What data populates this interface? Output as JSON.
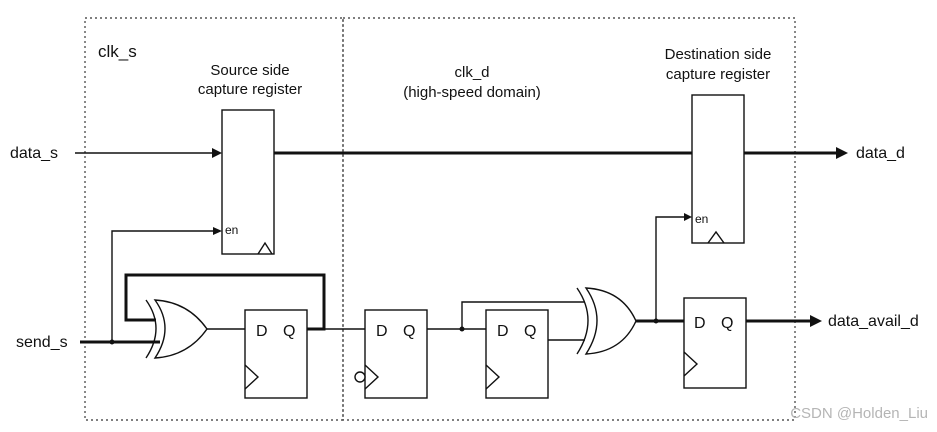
{
  "domains": {
    "source": "clk_s",
    "destination_line1": "clk_d",
    "destination_line2": "(high-speed domain)"
  },
  "registers": {
    "source_line1": "Source side",
    "source_line2": "capture register",
    "dest_line1": "Destination side",
    "dest_line2": "capture register",
    "enable": "en"
  },
  "flops": {
    "d": "D",
    "q": "Q"
  },
  "signals": {
    "data_in": "data_s",
    "send_in": "send_s",
    "data_out": "data_d",
    "avail_out": "data_avail_d"
  },
  "watermark": "CSDN @Holden_Liu"
}
